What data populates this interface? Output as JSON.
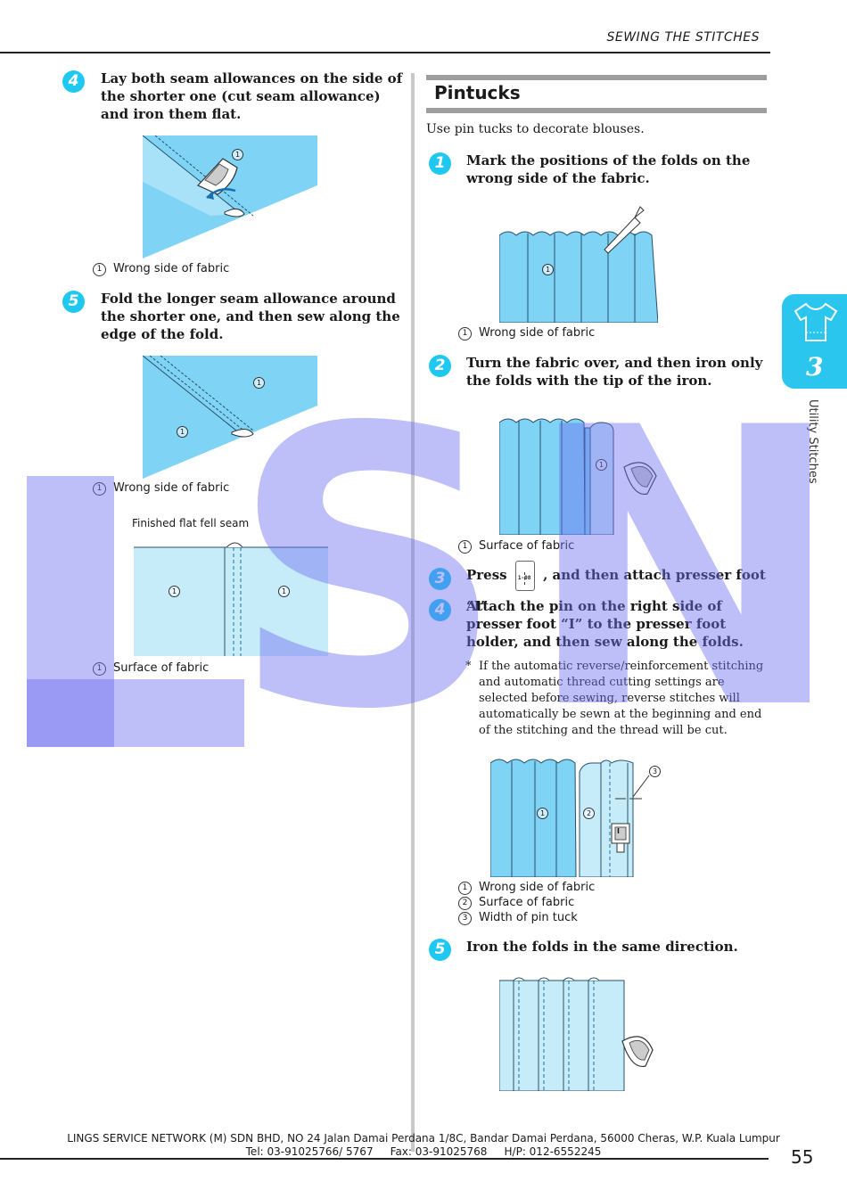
{
  "header": {
    "title": "SEWING THE STITCHES"
  },
  "left": {
    "step4": {
      "num": "4",
      "text": "Lay both seam allowances on the side of the shorter one (cut seam allowance) and iron them flat."
    },
    "fig1": {
      "callout": "1",
      "captions": [
        {
          "num": "1",
          "text": "Wrong side of fabric"
        }
      ]
    },
    "step5": {
      "num": "5",
      "text": "Fold the longer seam allowance around the shorter one, and then sew along the edge of the fold."
    },
    "fig2": {
      "callout": "1",
      "captions": [
        {
          "num": "1",
          "text": "Wrong side of fabric"
        }
      ]
    },
    "fig3": {
      "title": "Finished flat fell seam",
      "callout": "1",
      "captions": [
        {
          "num": "1",
          "text": "Surface of fabric"
        }
      ]
    }
  },
  "right": {
    "section_title": "Pintucks",
    "intro": "Use pin tucks to decorate blouses.",
    "step1": {
      "num": "1",
      "text": "Mark the positions of the folds on the wrong side of the fabric."
    },
    "fig1": {
      "callout": "1",
      "captions": [
        {
          "num": "1",
          "text": "Wrong side of fabric"
        }
      ]
    },
    "step2": {
      "num": "2",
      "text": "Turn the fabric over, and then iron only the folds with the tip of the iron."
    },
    "fig2": {
      "callout": "1",
      "captions": [
        {
          "num": "1",
          "text": "Surface of fabric"
        }
      ]
    },
    "step3": {
      "num": "3",
      "text_before": "Press",
      "text_after": ", and then attach presser foot “I”.",
      "button_label": "1-08"
    },
    "step4": {
      "num": "4",
      "text": "Attach the pin on the right side of presser foot “I” to the presser foot holder, and then sew along the folds."
    },
    "note": {
      "mark": "*",
      "text": "If the automatic reverse/reinforcement stitching and automatic thread cutting settings are selected before sewing, reverse stitches will automatically be sewn at the beginning and end of the stitching and the thread will be cut."
    },
    "fig3": {
      "callouts": [
        "1",
        "2",
        "3"
      ],
      "foot_label": "I",
      "captions": [
        {
          "num": "1",
          "text": "Wrong side of fabric"
        },
        {
          "num": "2",
          "text": "Surface of fabric"
        },
        {
          "num": "3",
          "text": "Width of pin tuck"
        }
      ]
    },
    "step5": {
      "num": "5",
      "text": "Iron the folds in the same direction."
    }
  },
  "side_tab": {
    "chapter": "3",
    "label": "Utility Stitches",
    "icon": "tshirt-icon"
  },
  "footer": {
    "line1": "LINGS SERVICE NETWORK (M) SDN BHD, NO 24 Jalan Damai Perdana 1/8C, Bandar Damai Perdana, 56000 Cheras, W.P. Kuala Lumpur",
    "line2": "Tel: 03-91025766/ 5767     Fax: 03-91025768     H/P: 012-6552245",
    "page": "55"
  },
  "watermark": {
    "text": "LSN"
  },
  "colors": {
    "accent": "#1ec8f0",
    "fabric_dark": "#7fd3f5",
    "fabric_light": "#c6ecfa",
    "watermark": "#6e6ef0"
  }
}
